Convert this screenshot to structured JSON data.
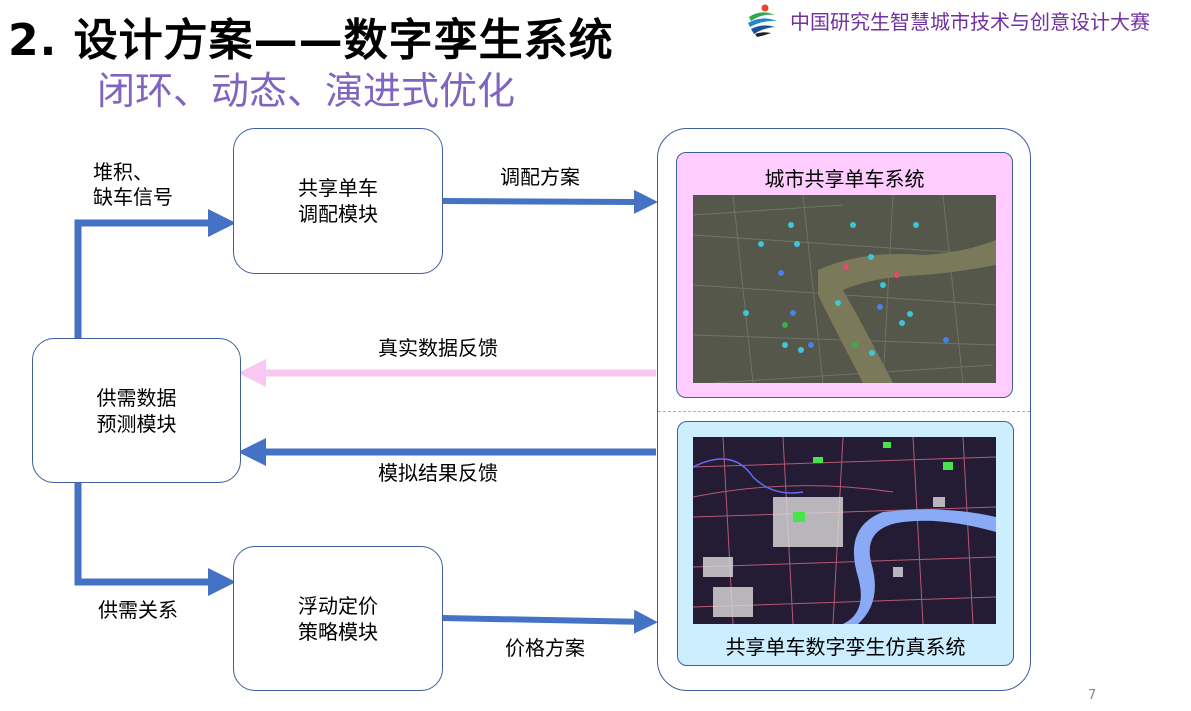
{
  "header": {
    "title": "2. 设计方案——数字孪生系统",
    "subtitle": "闭环、动态、演进式优化",
    "organization": "中国研究生智慧城市技术与创意设计大赛"
  },
  "modules": {
    "dispatch": {
      "line1": "共享单车",
      "line2": "调配模块"
    },
    "forecast": {
      "line1": "供需数据",
      "line2": "预测模块"
    },
    "pricing": {
      "line1": "浮动定价",
      "line2": "策略模块"
    }
  },
  "arrows": {
    "signal": {
      "line1": "堆积、",
      "line2": "缺车信号"
    },
    "dispatch_plan": "调配方案",
    "real_feedback": "真实数据反馈",
    "sim_feedback": "模拟结果反馈",
    "supply_demand": "供需关系",
    "price_plan": "价格方案"
  },
  "systems": {
    "real": "城市共享单车系统",
    "twin": "共享单车数字孪生仿真系统"
  },
  "colors": {
    "arrow_blue": "#4472c4",
    "arrow_pink": "#f9c8f2",
    "panel_pink": "#ffccff",
    "panel_blue": "#cceeff",
    "accent_purple": "#7030a0"
  },
  "page_number": "7"
}
